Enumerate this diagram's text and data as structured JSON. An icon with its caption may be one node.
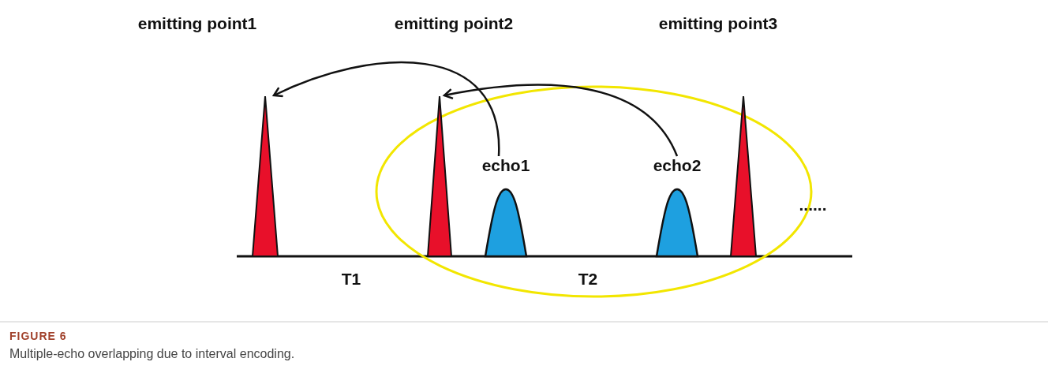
{
  "diagram": {
    "title": "FIGURE 6",
    "caption": "Multiple-echo overlapping due to interval encoding.",
    "nodes": [
      {
        "text": [],
        "shape": "triangle",
        "beside": [
          "emitting point1"
        ]
      },
      {
        "text": [],
        "shape": "ellipse"
      },
      {
        "text": [],
        "shape": "triangle",
        "beside": [
          "emitting point2"
        ],
        "in": 1
      },
      {
        "text": [
          "echo1"
        ],
        "in": 1
      },
      {
        "text": [
          "echo2"
        ],
        "in": 1
      },
      {
        "text": [],
        "shape": "triangle",
        "beside": [
          "emitting point3"
        ],
        "in": 1
      }
    ],
    "edges": [
      {
        "from": 3,
        "to": 0,
        "arrow": "to"
      },
      {
        "from": 4,
        "to": 2,
        "arrow": "to"
      }
    ],
    "labels": [
      "T1",
      "T2",
      "......"
    ]
  }
}
